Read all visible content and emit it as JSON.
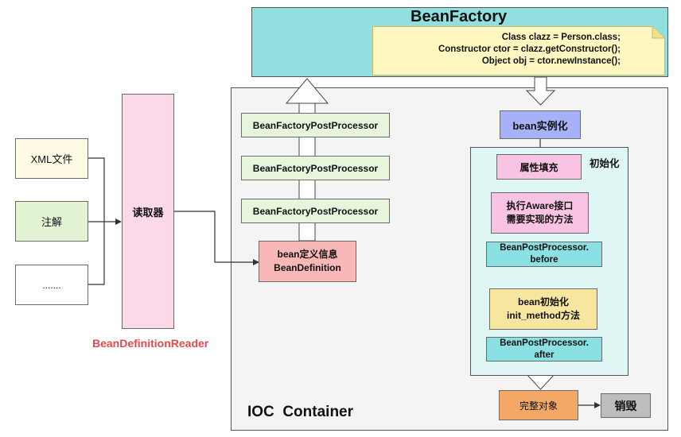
{
  "bean_factory": {
    "title": "BeanFactory",
    "note_lines": [
      "Class clazz = Person.class;",
      "Constructor ctor = clazz.getConstructor();",
      "Object obj = ctor.newInstance();"
    ]
  },
  "sources": [
    "XML文件",
    "注解",
    "......."
  ],
  "reader": {
    "label": "读取器",
    "caption": "BeanDefinitionReader"
  },
  "container_label": "IOC  Container",
  "post_processors": [
    "BeanFactoryPostProcessor",
    "BeanFactoryPostProcessor",
    "BeanFactoryPostProcessor"
  ],
  "bean_definition": "bean定义信息\nBeanDefinition",
  "instantiation": "bean实例化",
  "init_group_label": "初始化",
  "init_steps": {
    "populate": "属性填充",
    "aware": "执行Aware接口\n需要实现的方法",
    "bpp_before": "BeanPostProcessor.\nbefore",
    "init_method": "bean初始化\ninit_method方法",
    "bpp_after": "BeanPostProcessor.\nafter"
  },
  "complete": "完整对象",
  "destroy": "销毁",
  "colors": {
    "bean_factory_bg": "#92dfe0",
    "note_bg": "#fff7c0",
    "source_bg": "#fffbe5",
    "annotation_bg": "#e3f4d5",
    "reader_bg": "#fbd9e8",
    "reader_caption": "#e5484d",
    "container_bg": "#f4f4f4",
    "post_processor_bg": "#e7f5dc",
    "bean_definition_bg": "#f8b8b8",
    "instantiation_bg": "#a7b1f8",
    "init_group_bg": "#dff6f5",
    "populate_bg": "#f9c3e4",
    "bpp_bg": "#8ae0e2",
    "init_method_bg": "#f6e6a0",
    "complete_bg": "#f3a866",
    "destroy_bg": "#bdbdbd"
  }
}
